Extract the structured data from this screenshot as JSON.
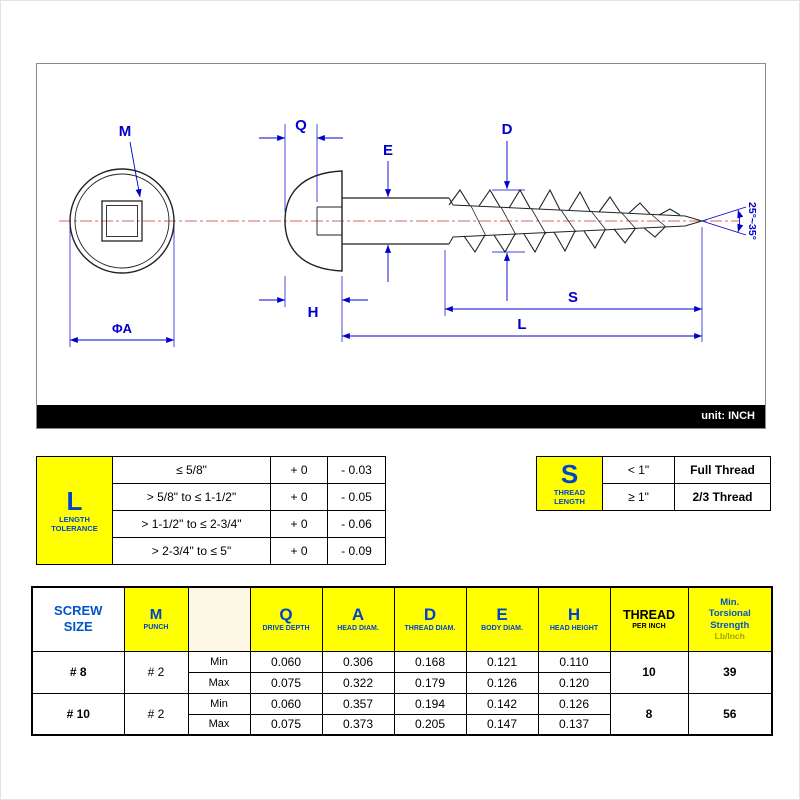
{
  "page": {
    "unit_label": "unit: INCH"
  },
  "diagram": {
    "labels": {
      "m": "M",
      "q": "Q",
      "e": "E",
      "d": "D",
      "h": "H",
      "s": "S",
      "l": "L",
      "phi_a": "ΦA",
      "tip_angle": "25°~35°"
    },
    "colors": {
      "dimension": "#0000cc",
      "outline": "#222222",
      "centerline": "#cc3333"
    }
  },
  "tolerance_table": {
    "letter": "L",
    "title_line1": "LENGTH",
    "title_line2": "TOLERANCE",
    "rows": [
      {
        "range": "≤ 5/8\"",
        "plus": "+ 0",
        "minus": "- 0.03"
      },
      {
        "range": "> 5/8\" to ≤ 1-1/2\"",
        "plus": "+ 0",
        "minus": "- 0.05"
      },
      {
        "range": "> 1-1/2\" to ≤ 2-3/4\"",
        "plus": "+ 0",
        "minus": "- 0.06"
      },
      {
        "range": "> 2-3/4\" to ≤ 5\"",
        "plus": "+ 0",
        "minus": "- 0.09"
      }
    ]
  },
  "thread_table": {
    "letter": "S",
    "title_line1": "THREAD",
    "title_line2": "LENGTH",
    "rows": [
      {
        "condition": "< 1\"",
        "value": "Full Thread"
      },
      {
        "condition": "≥ 1\"",
        "value": "2/3 Thread"
      }
    ]
  },
  "spec_table": {
    "header": {
      "screw_size_line1": "SCREW",
      "screw_size_line2": "SIZE",
      "punch_letter": "M",
      "punch_sub": "PUNCH",
      "columns": [
        {
          "letter": "Q",
          "sub": "DRIVE DEPTH"
        },
        {
          "letter": "A",
          "sub": "HEAD DIAM."
        },
        {
          "letter": "D",
          "sub": "THREAD DIAM."
        },
        {
          "letter": "E",
          "sub": "BODY DIAM."
        },
        {
          "letter": "H",
          "sub": "HEAD HEIGHT"
        }
      ],
      "thread_line1": "THREAD",
      "thread_line2": "PER INCH",
      "strength_line1": "Min.",
      "strength_line2": "Torsional",
      "strength_line3": "Strength",
      "strength_line4": "Lb/Inch"
    },
    "row_labels": {
      "min": "Min",
      "max": "Max"
    },
    "rows": [
      {
        "size": "# 8",
        "punch": "# 2",
        "min": {
          "q": "0.060",
          "a": "0.306",
          "d": "0.168",
          "e": "0.121",
          "h": "0.110"
        },
        "max": {
          "q": "0.075",
          "a": "0.322",
          "d": "0.179",
          "e": "0.126",
          "h": "0.120"
        },
        "thread_per_inch": "10",
        "torsional_strength": "39"
      },
      {
        "size": "# 10",
        "punch": "# 2",
        "min": {
          "q": "0.060",
          "a": "0.357",
          "d": "0.194",
          "e": "0.142",
          "h": "0.126"
        },
        "max": {
          "q": "0.075",
          "a": "0.373",
          "d": "0.205",
          "e": "0.147",
          "h": "0.137"
        },
        "thread_per_inch": "8",
        "torsional_strength": "56"
      }
    ]
  }
}
